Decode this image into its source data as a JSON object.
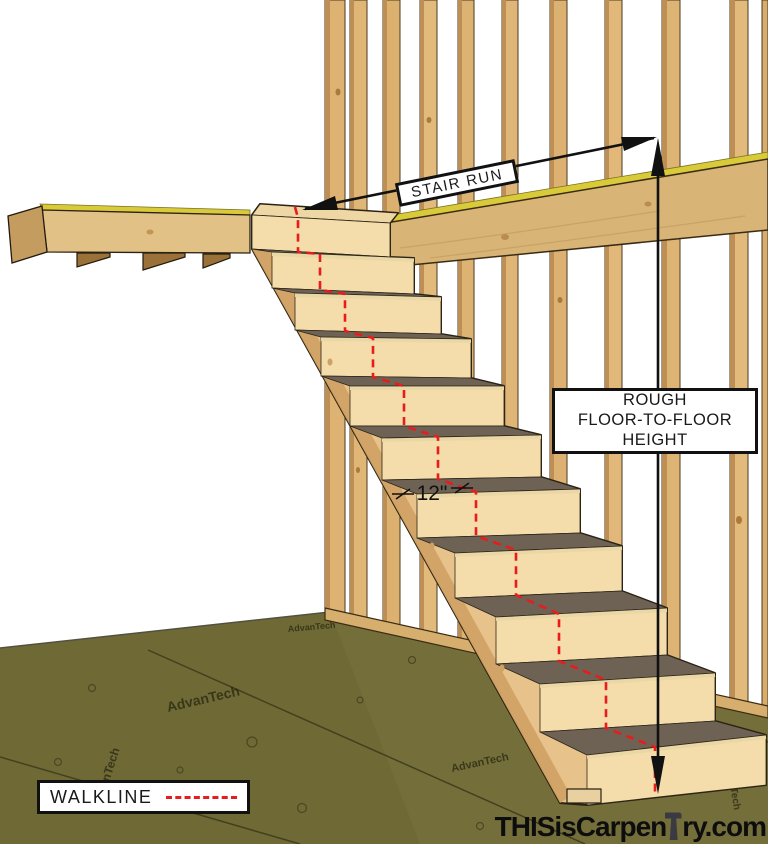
{
  "labels": {
    "stair_run": "STAIR RUN",
    "floor_to_floor": [
      "ROUGH",
      "FLOOR-TO-FLOOR",
      "HEIGHT"
    ],
    "walkline": "WALKLINE",
    "tread_depth": "12\"",
    "watermark_prefix": "THISisCarpen",
    "watermark_suffix": "ry.com"
  },
  "floor": {
    "sheathing_brand": "AdvanTech"
  },
  "colors": {
    "walkline_red": "#e81c1c",
    "arrow_black": "#111111",
    "riser_face": "#f4dcab",
    "tread_top": "#6e6254",
    "stringer_side": "#e7c28a",
    "wood_beam": "#d8b477",
    "wood_stud": "#dfb878",
    "subfloor_yellow": "#d9ca3a",
    "osb_floor_olive": "#6f6a35",
    "label_border": "#111111",
    "watermark_black": "#0d0d0d"
  }
}
